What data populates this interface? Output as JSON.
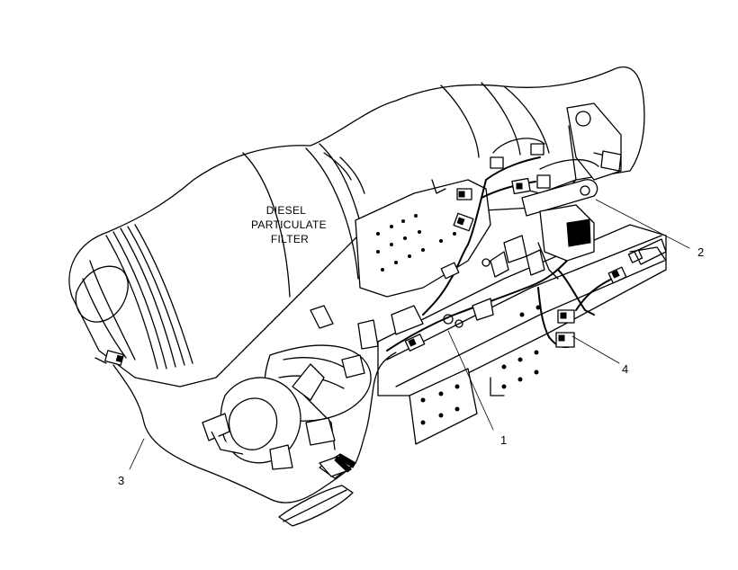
{
  "diagram": {
    "text_label": [
      "DIESEL",
      "PARTICULATE",
      "FILTER"
    ],
    "callouts": [
      {
        "id": "1",
        "label": "1"
      },
      {
        "id": "2",
        "label": "2"
      },
      {
        "id": "3",
        "label": "3"
      },
      {
        "id": "4",
        "label": "4"
      }
    ],
    "colors": {
      "line": "#000000",
      "background": "#ffffff"
    }
  }
}
